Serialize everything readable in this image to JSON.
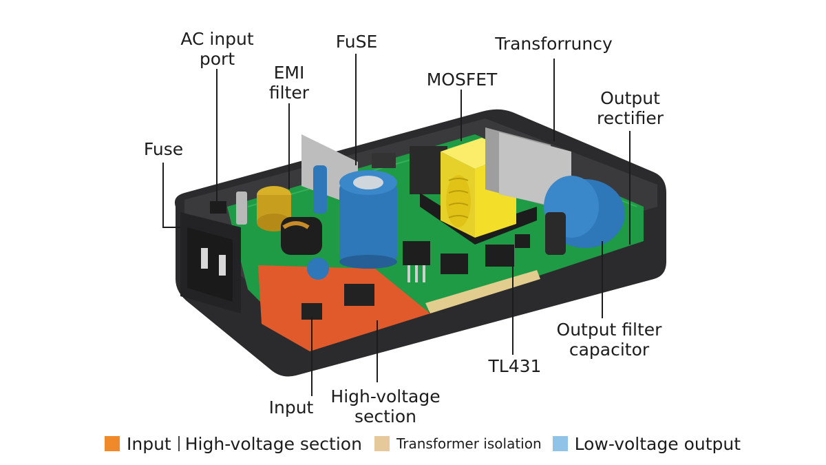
{
  "labels": {
    "ac_input_port": [
      "AC input",
      "port"
    ],
    "fuse_left": "Fuse",
    "emi_filter": [
      "EMI",
      "filter"
    ],
    "fuse_top": "FuSE",
    "mosfet": "MOSFET",
    "transformer": "Transforruncy",
    "output_rectifier": [
      "Output",
      "rectifier"
    ],
    "output_filter_capacitor": [
      "Output filter",
      "capacitor"
    ],
    "tl431": "TL431",
    "input": "Input",
    "high_voltage_section": [
      "High-voltage",
      "section"
    ]
  },
  "legend": [
    {
      "label": "Input",
      "color": "#f0892a"
    },
    {
      "label": "High-voltage section",
      "color": null
    },
    {
      "label": "Transformer isolation",
      "color": "#e6c99a"
    },
    {
      "label": "Low-voltage output",
      "color": "#8fc4e8"
    }
  ],
  "colors": {
    "case": "#2b2b2d",
    "pcb": "#1f9a45",
    "input_zone": "#e05a2c",
    "isolation_strip": "#e2cd8f",
    "capacitor_blue": "#2e77b8",
    "transformer_yellow": "#f3df2a"
  }
}
